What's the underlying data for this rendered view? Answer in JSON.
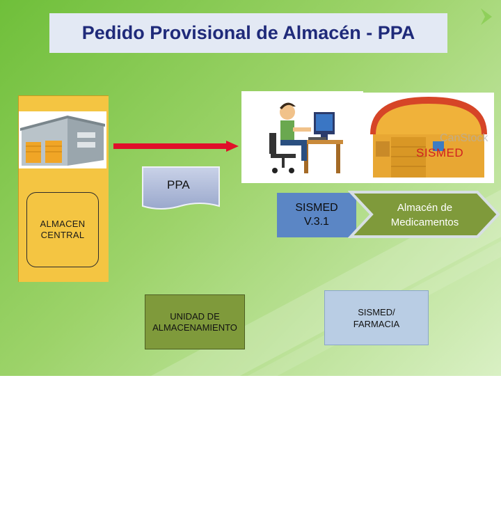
{
  "title": "Pedido Provisional de Almacén - PPA",
  "nodes": {
    "almacen_central": "ALMACEN\nCENTRAL",
    "ppa": "PPA",
    "sismed_logo": "SISMED",
    "sismed_version": "SISMED\nV.3.1",
    "almacen_medicamentos": "Almacén de\nMedicamentos",
    "unidad_almacenamiento": "UNIDAD DE\nALMACENAMIENTO",
    "sismed_farmacia": "SISMED/\nFARMACIA"
  },
  "images": {
    "warehouse": "warehouse-icon",
    "computer_user": "person-at-computer-icon",
    "storefront": "store-building-icon"
  },
  "colors": {
    "title_text": "#1f2a7a",
    "left_panel": "#f4c542",
    "arrow": "#e0102a",
    "sismed_box": "#5b86c5",
    "almacen_chevron": "#7f9a3b",
    "unidad_box": "#7f9a3b",
    "farmacia_box": "#b9cde4",
    "sismed_red_text": "#d02020"
  }
}
